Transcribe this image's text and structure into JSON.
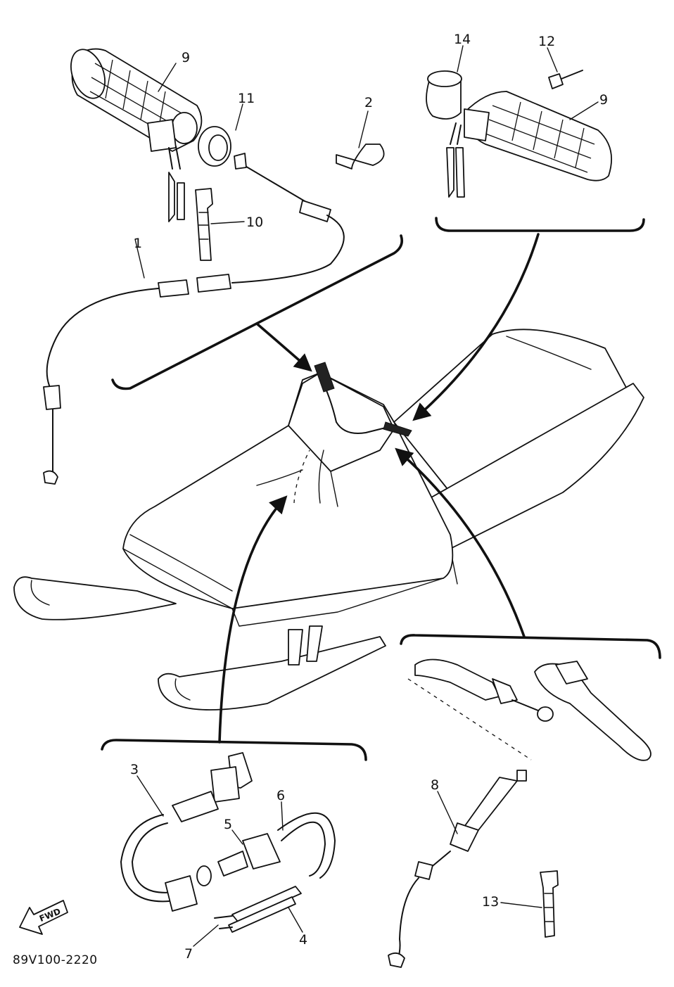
{
  "diagram": {
    "reference_code": "89V100-2220",
    "fwd_label": "FWD",
    "callouts": {
      "c1": "1",
      "c2": "2",
      "c3": "3",
      "c4": "4",
      "c5": "5",
      "c6": "6",
      "c7": "7",
      "c8": "8",
      "c9_left": "9",
      "c9_right": "9",
      "c10": "10",
      "c11": "11",
      "c12": "12",
      "c13": "13",
      "c14": "14"
    }
  }
}
